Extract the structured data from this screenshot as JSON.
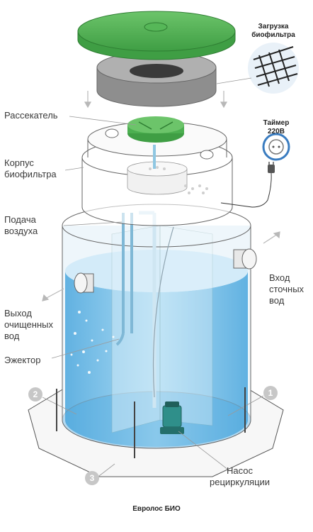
{
  "labels": {
    "biofilter_load": [
      "Загрузка",
      "биофильтра"
    ],
    "timer": [
      "Таймер",
      "220В"
    ],
    "diffuser": "Рассекатель",
    "biofilter_body": [
      "Корпус",
      "биофильтра"
    ],
    "air_supply": [
      "Подача",
      "воздуха"
    ],
    "wastewater_inlet": [
      "Вход",
      "сточных",
      "вод"
    ],
    "treated_outlet": [
      "Выход",
      "очищенных",
      "вод"
    ],
    "ejector": "Эжектор",
    "recirc_pump": [
      "Насос",
      "рециркуляции"
    ]
  },
  "badges": [
    "1",
    "2",
    "3"
  ],
  "caption": "Евролос БИО",
  "colors": {
    "lid_green": "#4caf50",
    "lid_green_dark": "#2e7d32",
    "ring_gray": "#8a8a8a",
    "water_light": "#bfe3f5",
    "water_deep": "#3d9fd8",
    "outline": "#555555",
    "badge_gray": "#c7c7c7"
  },
  "icons": [
    "biofilter-media-icon",
    "timer-socket-icon",
    "power-plug-icon",
    "pump-icon"
  ]
}
